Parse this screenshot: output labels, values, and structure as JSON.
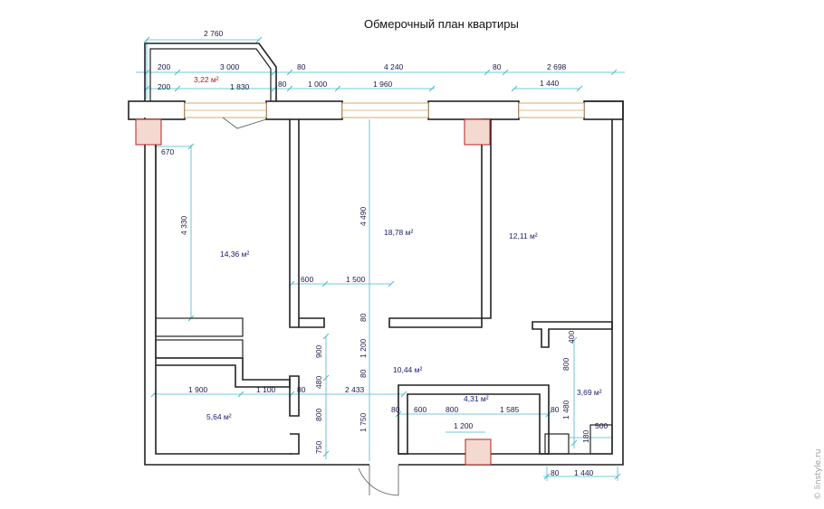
{
  "title": "Обмерочный план квартиры",
  "watermark": "© linstyle.ru",
  "colors": {
    "dimension_line": "#48b8cc",
    "wall": "#222222",
    "window": "#d9a865",
    "vent_shaft": "#b22222",
    "balcony_area": "#b01818"
  },
  "areas": {
    "balcony": "3,22 м²",
    "room_left": "14,36 м²",
    "room_center": "18,78 м²",
    "room_right": "12,11 м²",
    "hall": "10,44 м²",
    "bath": "4,31 м²",
    "wc": "3,69 м²",
    "kitchen_small": "5,64 м²"
  },
  "dimensions": {
    "balcony_outer": "2 760",
    "top_200_a": "200",
    "top_3000": "3 000",
    "top_80_a": "80",
    "top_4240": "4 240",
    "top_80_b": "80",
    "top_2698": "2 698",
    "top_200_b": "200",
    "top_1830": "1 830",
    "top_80_c": "80",
    "top_1000": "1 000",
    "top_1960": "1 960",
    "top_1440": "1 440",
    "left_670": "670",
    "left_4330": "4 330",
    "center_4490": "4 490",
    "mid_600": "600",
    "mid_1500": "1 500",
    "mid_80": "80",
    "v_900": "900",
    "v_1200": "1 200",
    "v_80": "80",
    "v_480": "480",
    "v_800": "800",
    "v_750": "750",
    "v_1750": "1 750",
    "row_1900": "1 900",
    "row_1100": "1 100",
    "row_80": "80",
    "row_2433": "2 433",
    "bath_80": "80",
    "bath_600": "600",
    "bath_800": "800",
    "bath_1585": "1 585",
    "bath_80_r": "80",
    "bath_1200": "1 200",
    "wc_400": "400",
    "wc_800": "800",
    "wc_1480": "1 480",
    "wc_500": "500",
    "wc_180": "180",
    "bottom_80": "80",
    "bottom_1440": "1 440"
  }
}
